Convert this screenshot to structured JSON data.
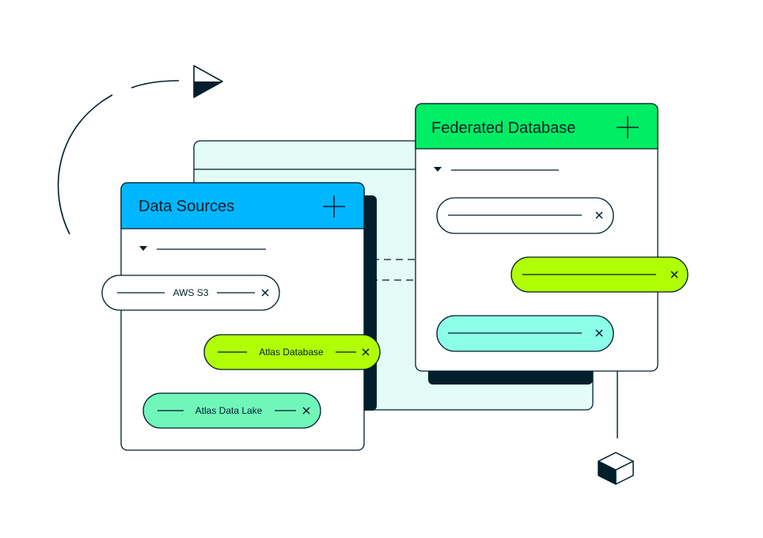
{
  "data_sources": {
    "title": "Data Sources",
    "items": [
      {
        "label": "AWS S3",
        "color": "#ffffff"
      },
      {
        "label": "Atlas Database",
        "color": "#b1ff05"
      },
      {
        "label": "Atlas Data Lake",
        "color": "#71f6ba"
      }
    ]
  },
  "federated_database": {
    "title": "Federated Database",
    "items": [
      {
        "label": "",
        "color": "#ffffff"
      },
      {
        "label": "",
        "color": "#b1ff05"
      },
      {
        "label": "",
        "color": "#8dffe8"
      }
    ]
  },
  "colors": {
    "ink": "#001e2b",
    "data_sources_header": "#00b6ff",
    "federated_header": "#00ed64",
    "backdrop_panel": "#e3fcf7"
  },
  "icons": {
    "add": "plus-icon",
    "remove": "close-icon",
    "collapse": "caret-down-icon",
    "play": "play-flag-icon",
    "cube": "cube-icon"
  }
}
